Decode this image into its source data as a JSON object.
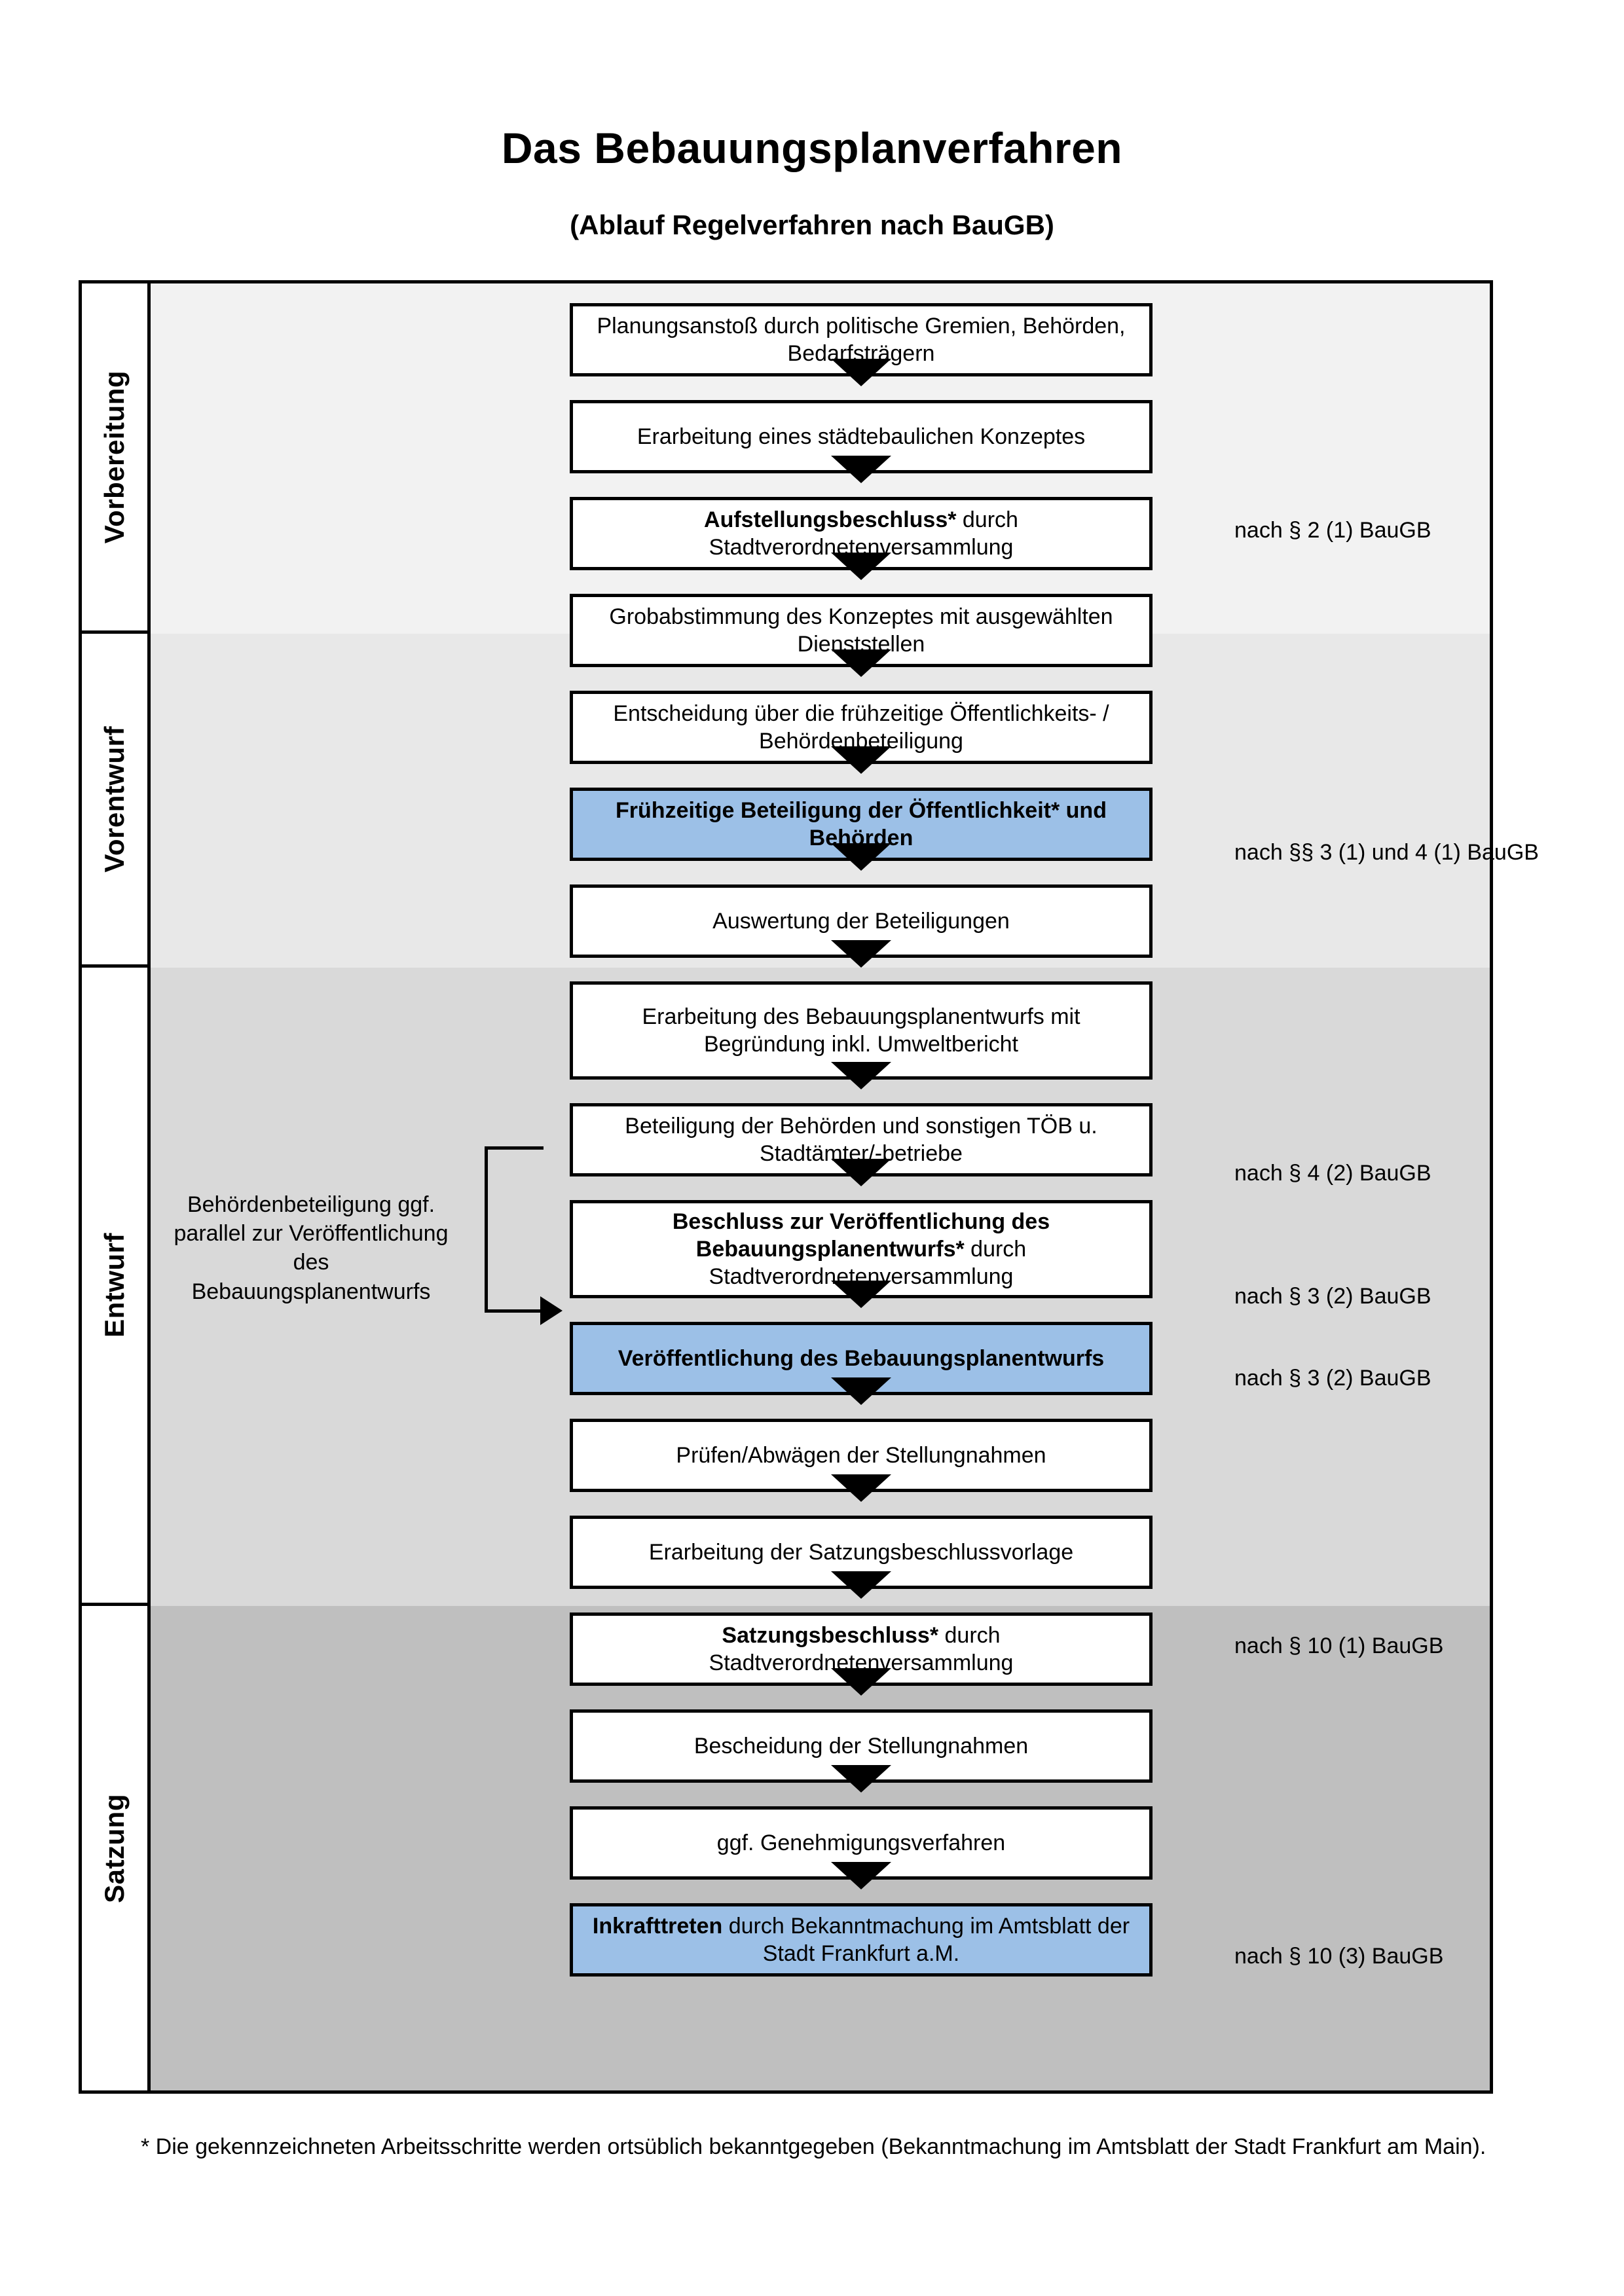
{
  "header": {
    "title": "Das Bebauungsplanverfahren",
    "subtitle": "(Ablauf Regelverfahren nach BauGB)"
  },
  "colors": {
    "highlight_blue": "#9cc0e7",
    "band_vorbereitung": "#f2f2f2",
    "band_vorentwurf": "#e8e8e8",
    "band_entwurf": "#d9d9d9",
    "band_satzung": "#bfbfbf",
    "border": "#000000"
  },
  "phases": [
    {
      "label": "Vorbereitung"
    },
    {
      "label": "Vorentwurf"
    },
    {
      "label": "Entwurf"
    },
    {
      "label": "Satzung"
    }
  ],
  "steps": [
    {
      "id": "planungsanstoss",
      "text": "Planungsanstoß durch politische Gremien, Behörden, Bedarfsträgern",
      "bold": "",
      "rest": "",
      "highlight": false
    },
    {
      "id": "staedtebauliches-konzept",
      "text": "Erarbeitung eines städtebaulichen Konzeptes",
      "bold": "",
      "rest": "",
      "highlight": false
    },
    {
      "id": "aufstellungsbeschluss",
      "text": "Aufstellungsbeschluss* durch Stadtverordnetenversammlung",
      "bold": "Aufstellungsbeschluss*",
      "rest": " durch Stadtverordnetenversammlung",
      "highlight": false
    },
    {
      "id": "grobabstimmung",
      "text": "Grobabstimmung des Konzeptes mit ausgewählten Dienststellen",
      "bold": "",
      "rest": "",
      "highlight": false
    },
    {
      "id": "entscheidung-fruehzeitige",
      "text": "Entscheidung über die frühzeitige Öffentlichkeits- / Behördenbeteiligung",
      "bold": "",
      "rest": "",
      "highlight": false
    },
    {
      "id": "fruehzeitige-beteiligung",
      "text": "Frühzeitige Beteiligung der Öffentlichkeit* und Behörden",
      "bold": "Frühzeitige Beteiligung der Öffentlichkeit* und Behörden",
      "rest": "",
      "highlight": true
    },
    {
      "id": "auswertung-beteiligungen",
      "text": "Auswertung der Beteiligungen",
      "bold": "",
      "rest": "",
      "highlight": false
    },
    {
      "id": "erarbeitung-bplan-entwurf",
      "text": "Erarbeitung des Bebauungsplanentwurfs mit Begründung inkl. Umweltbericht",
      "bold": "",
      "rest": "",
      "highlight": false
    },
    {
      "id": "beteiligung-behoerden-toeb",
      "text": "Beteiligung der Behörden und sonstigen TÖB u. Stadtämter/-betriebe",
      "bold": "",
      "rest": "",
      "highlight": false
    },
    {
      "id": "beschluss-veroeffentlichung",
      "text": "Beschluss zur Veröffentlichung des Bebauungsplanentwurfs* durch Stadtverordnetenversammlung",
      "bold": "Beschluss zur Veröffentlichung des Bebauungsplanentwurfs*",
      "rest": " durch Stadtverordnetenversammlung",
      "highlight": false
    },
    {
      "id": "veroeffentlichung-bplan-entwurf",
      "text": "Veröffentlichung des Bebauungsplanentwurfs",
      "bold": "Veröffentlichung des Bebauungsplanentwurfs",
      "rest": "",
      "highlight": true
    },
    {
      "id": "pruefen-abwaegen",
      "text": "Prüfen/Abwägen der Stellungnahmen",
      "bold": "",
      "rest": "",
      "highlight": false
    },
    {
      "id": "satzungsbeschlussvorlage",
      "text": "Erarbeitung der Satzungsbeschlussvorlage",
      "bold": "",
      "rest": "",
      "highlight": false
    },
    {
      "id": "satzungsbeschluss",
      "text": "Satzungsbeschluss* durch Stadtverordnetenversammlung",
      "bold": "Satzungsbeschluss*",
      "rest": " durch Stadtverordnetenversammlung",
      "highlight": false
    },
    {
      "id": "bescheidung-stellungnahmen",
      "text": "Bescheidung der Stellungnahmen",
      "bold": "",
      "rest": "",
      "highlight": false
    },
    {
      "id": "genehmigungsverfahren",
      "text": "ggf. Genehmigungsverfahren",
      "bold": "",
      "rest": "",
      "highlight": false
    },
    {
      "id": "inkrafttreten",
      "text": "Inkrafttreten durch Bekanntmachung im Amtsblatt der Stadt Frankfurt a.M.",
      "bold": "Inkrafttreten",
      "rest": " durch Bekanntmachung im Amtsblatt der Stadt Frankfurt a.M.",
      "highlight": true
    }
  ],
  "legal_notes": [
    {
      "id": "note-par2-1",
      "text": "nach § 2 (1) BauGB"
    },
    {
      "id": "note-par3-1-4-1",
      "text": "nach §§ 3 (1) und 4 (1) BauGB"
    },
    {
      "id": "note-par4-2",
      "text": "nach § 4 (2) BauGB"
    },
    {
      "id": "note-par3-2-a",
      "text": "nach § 3 (2) BauGB"
    },
    {
      "id": "note-par3-2-b",
      "text": "nach § 3 (2) BauGB"
    },
    {
      "id": "note-par10-1",
      "text": "nach § 10 (1) BauGB"
    },
    {
      "id": "note-par10-3",
      "text": "nach § 10 (3) BauGB"
    }
  ],
  "side_annotation": {
    "text": "Behördenbeteiligung ggf. parallel zur Veröffentlichung des Bebauungsplanentwurfs"
  },
  "footnote": {
    "text": "* Die gekennzeichneten Arbeitsschritte werden ortsüblich bekanntgegeben (Bekanntmachung im Amtsblatt  der Stadt Frankfurt am Main)."
  }
}
